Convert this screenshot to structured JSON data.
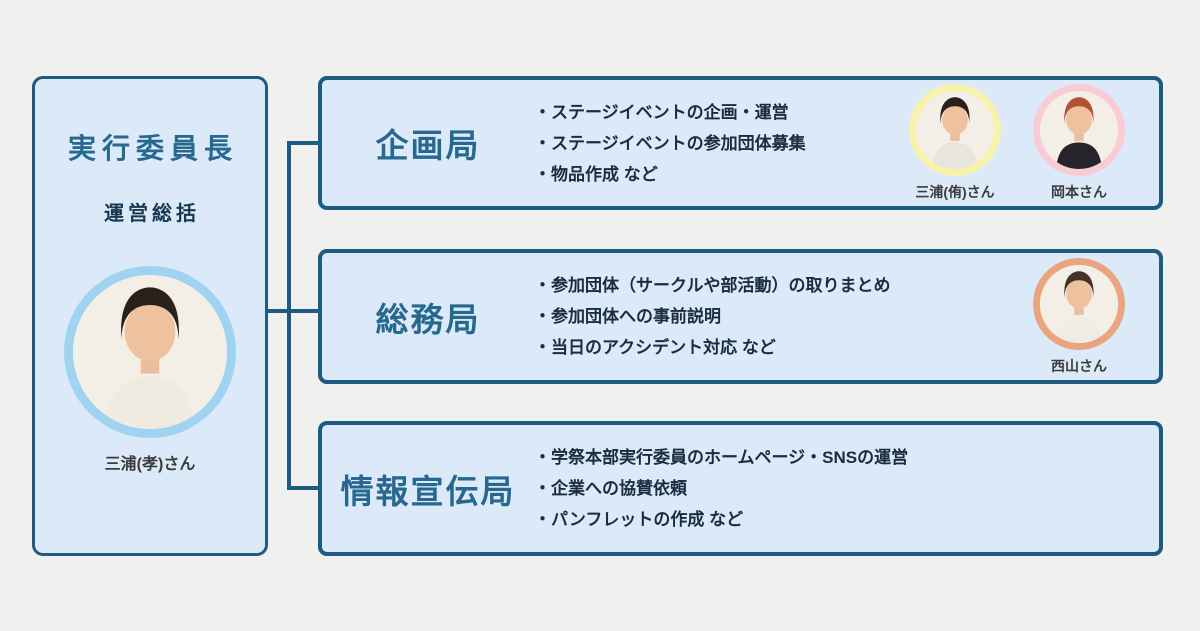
{
  "page": {
    "background_color": "#f0f0ee",
    "box_fill_color": "#dbe9f8",
    "border_color": "#1d5c80",
    "heading_color": "#26688e",
    "body_text_color": "#1a2c40"
  },
  "chairman": {
    "title": "実行委員長",
    "subtitle": "運営総括",
    "member": {
      "name": "三浦(孝)さん",
      "ring_color": "#9fd3f0",
      "hair_color": "#2a211d",
      "shirt_color": "#efebe0"
    }
  },
  "departments": [
    {
      "name": "企画局",
      "bullets": [
        "・ステージイベントの企画・運営",
        "・ステージイベントの参加団体募集",
        "・物品作成 など"
      ],
      "members": [
        {
          "name": "三浦(侑)さん",
          "ring_color": "#f8f3ab",
          "hair_color": "#27201c",
          "shirt_color": "#e9e4dd"
        },
        {
          "name": "岡本さん",
          "ring_color": "#f9ccd5",
          "hair_color": "#b25233",
          "shirt_color": "#26242a"
        }
      ]
    },
    {
      "name": "総務局",
      "bullets": [
        "・参加団体（サークルや部活動）の取りまとめ",
        "・参加団体への事前説明",
        "・当日のアクシデント対応 など"
      ],
      "members": [
        {
          "name": "西山さん",
          "ring_color": "#e8a57f",
          "hair_color": "#463228",
          "shirt_color": "#efece6"
        }
      ]
    },
    {
      "name": "情報宣伝局",
      "bullets": [
        "・学祭本部実行委員のホームページ・SNSの運営",
        "・企業への協賛依頼",
        "・パンフレットの作成 など"
      ],
      "members": []
    }
  ]
}
